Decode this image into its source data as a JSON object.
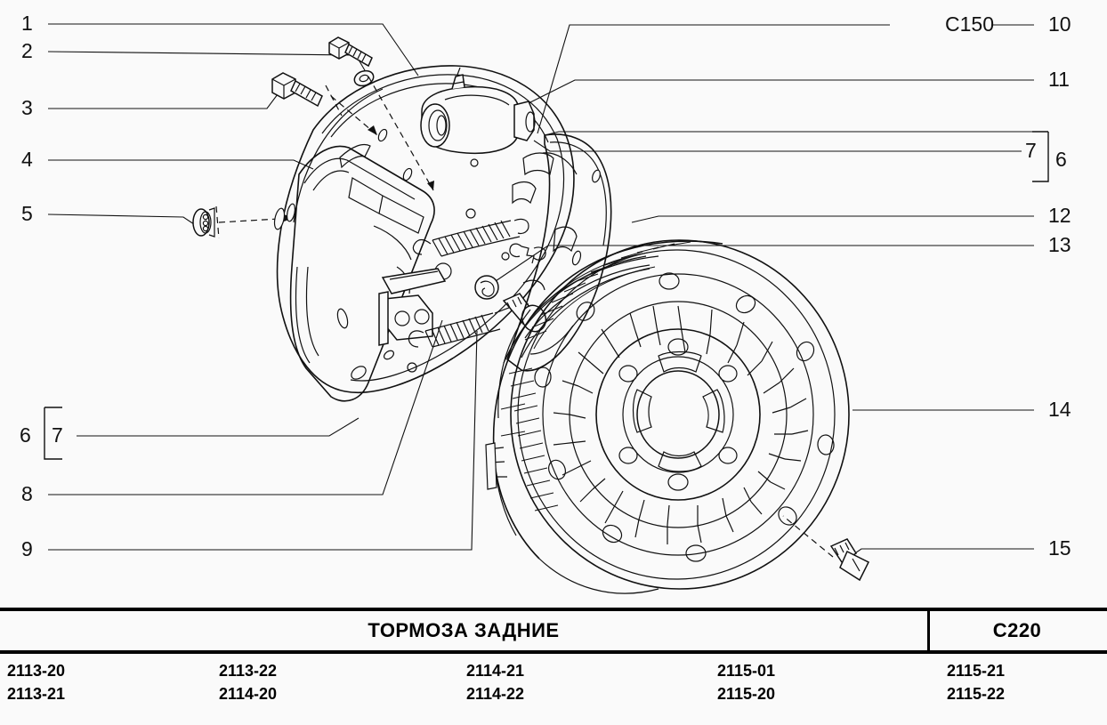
{
  "diagram": {
    "title_ru": "ТОРМОЗА   ЗАДНИЕ",
    "sheet_code": "C220",
    "reference_code": "C150",
    "callouts": [
      {
        "id": "1",
        "label": "1"
      },
      {
        "id": "2",
        "label": "2"
      },
      {
        "id": "3",
        "label": "3"
      },
      {
        "id": "4",
        "label": "4"
      },
      {
        "id": "5",
        "label": "5"
      },
      {
        "id": "6l",
        "label": "6"
      },
      {
        "id": "7l",
        "label": "7"
      },
      {
        "id": "8",
        "label": "8"
      },
      {
        "id": "9",
        "label": "9"
      },
      {
        "id": "10",
        "label": "10"
      },
      {
        "id": "11",
        "label": "11"
      },
      {
        "id": "7r",
        "label": "7"
      },
      {
        "id": "6r",
        "label": "6"
      },
      {
        "id": "12",
        "label": "12"
      },
      {
        "id": "13",
        "label": "13"
      },
      {
        "id": "14",
        "label": "14"
      },
      {
        "id": "15",
        "label": "15"
      }
    ]
  },
  "table": {
    "header": {
      "title": "ТОРМОЗА   ЗАДНИЕ",
      "code": "C220"
    },
    "part_columns": [
      {
        "numbers": [
          "2113-20",
          "2113-21"
        ]
      },
      {
        "numbers": [
          "2113-22",
          "2114-20"
        ]
      },
      {
        "numbers": [
          "2114-21",
          "2114-22"
        ]
      },
      {
        "numbers": [
          "2115-01",
          "2115-20"
        ]
      },
      {
        "numbers": [
          "2115-21",
          "2115-22"
        ]
      }
    ]
  },
  "colors": {
    "ink": "#111111",
    "paper": "#fafafa",
    "rule": "#000000"
  }
}
